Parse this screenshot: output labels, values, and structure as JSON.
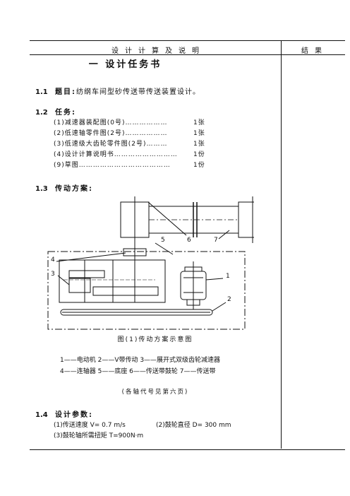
{
  "header": {
    "left": "设计计算及说明",
    "right": "结果"
  },
  "title": "一 设计任务书",
  "s11": {
    "num": "1.1",
    "label": "题目:",
    "text": "纺纲车间型砂传送带传送装置设计。"
  },
  "s12": {
    "num": "1.2",
    "label": "任务:",
    "items": [
      {
        "text": "(1)减速器装配图(0号)………………",
        "count": "1张"
      },
      {
        "text": "(2)低速轴零件图(2号)………………",
        "count": "1张"
      },
      {
        "text": "(3)低速级大齿轮零件图(2号)………",
        "count": "1张"
      },
      {
        "text": "(4)设计计算说明书………………………",
        "count": "1份"
      },
      {
        "text": "(9)草图…………………………………",
        "count": "1份"
      }
    ]
  },
  "s13": {
    "num": "1.3",
    "label": "传动方案:"
  },
  "diagram": {
    "labels": [
      "1",
      "2",
      "3",
      "4",
      "5",
      "6",
      "7"
    ]
  },
  "figure": {
    "caption": "图(1)传动方案示意图",
    "legend1": "1——电动机 2——V带传动 3——展开式双级齿轮减速器",
    "legend2": "4——连轴器 5——底座 6——传送带鼓轮 7——传送带",
    "note": "(各轴代号见第六页)"
  },
  "s14": {
    "num": "1.4",
    "label": "设计参数:",
    "p1": "(1)传送速度 V= 0.7 m/s",
    "p2": "(2)鼓轮直径 D= 300 mm",
    "p3": "(3)鼓轮轴所需扭矩 T=900N·m"
  }
}
